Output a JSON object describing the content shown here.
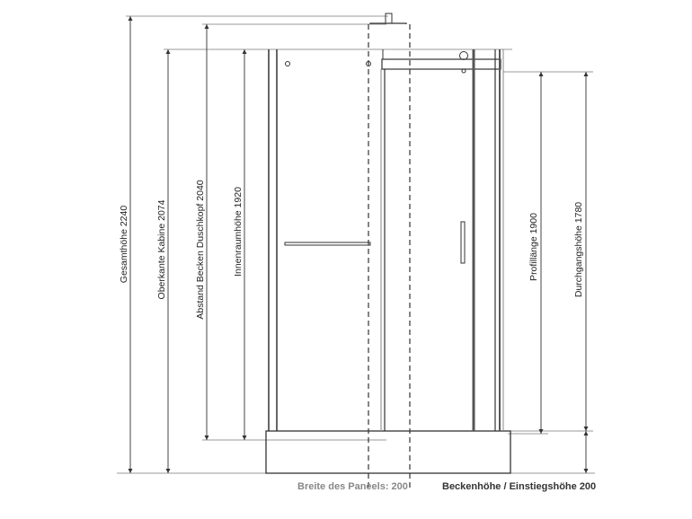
{
  "dimensions": {
    "total_height": "Gesamthöhe 2240",
    "cabin_top": "Oberkante Kabine 2074",
    "tray_to_showerhead": "Abstand Becken Duschkopf 2040",
    "interior_height": "Innenraumhöhe 1920",
    "profile_length": "Profillänge 1900",
    "passage_height": "Durchgangshöhe 1780"
  },
  "footer": {
    "panel_width": "Breite des Paneels: 200",
    "tray_height": "Beckenhöhe / Einstiegshöhe 200"
  },
  "colors": {
    "line": "#333333",
    "dim_line": "#777777",
    "panel_width_text": "#888888",
    "tray_height_text": "#333333"
  }
}
